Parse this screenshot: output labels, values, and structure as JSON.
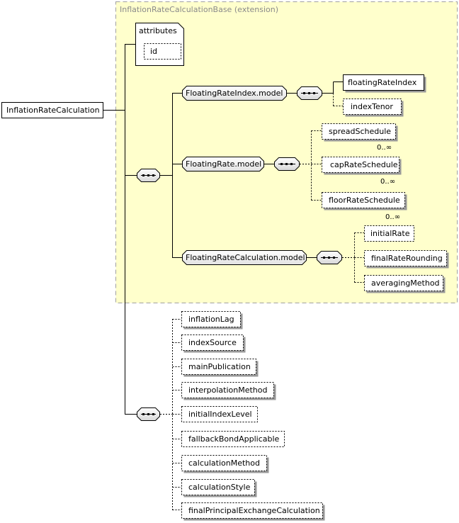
{
  "extension_label": "InflationRateCalculationBase (extension)",
  "root": {
    "label": "InflationRateCalculation"
  },
  "attributes": {
    "label": "attributes",
    "items": [
      "id"
    ]
  },
  "groups": {
    "index_model": "FloatingRateIndex.model",
    "rate_model": "FloatingRate.model",
    "calc_model": "FloatingRateCalculation.model"
  },
  "index_children": [
    "floatingRateIndex",
    "indexTenor"
  ],
  "rate_children": [
    "spreadSchedule",
    "capRateSchedule",
    "floorRateSchedule"
  ],
  "occurrence_label": "0..∞",
  "calc_children": [
    "initialRate",
    "finalRateRounding",
    "averagingMethod"
  ],
  "inflation_children": [
    "inflationLag",
    "indexSource",
    "mainPublication",
    "interpolationMethod",
    "initialIndexLevel",
    "fallbackBondApplicable",
    "calculationMethod",
    "calculationStyle",
    "finalPrincipalExchangeCalculation"
  ]
}
